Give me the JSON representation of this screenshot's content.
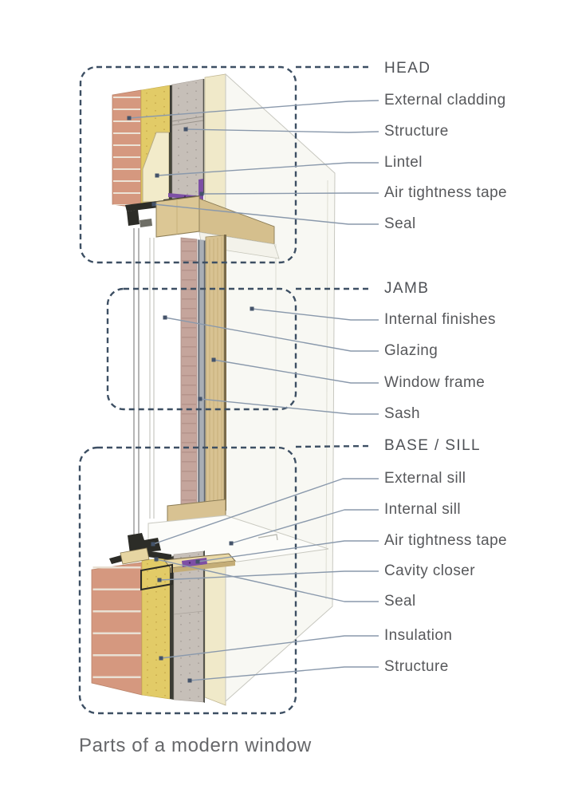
{
  "title": "Parts of a modern window",
  "sections": {
    "head": {
      "label": "HEAD",
      "items": [
        "External cladding",
        "Structure",
        "Lintel",
        "Air tightness tape",
        "Seal"
      ]
    },
    "jamb": {
      "label": "JAMB",
      "items": [
        "Internal finishes",
        "Glazing",
        "Window frame",
        "Sash"
      ]
    },
    "base": {
      "label": "BASE / SILL",
      "items": [
        "External sill",
        "Internal sill",
        "Air tightness tape",
        "Cavity closer",
        "Seal",
        "Insulation",
        "Structure"
      ]
    }
  },
  "colors": {
    "annotation_dash": "#3d4f63",
    "leader_line": "#8a99ac",
    "label_text": "#57585b",
    "brick": "#d5987f",
    "insulation_yellow": "#e2cb67",
    "structure_gray": "#c6bfb8",
    "timber_tan": "#d8c292",
    "air_tightness_tape_purple": "#7d4fa5",
    "seal_black": "#2c2c27",
    "internal_finish_cream": "#f0e9c9"
  }
}
